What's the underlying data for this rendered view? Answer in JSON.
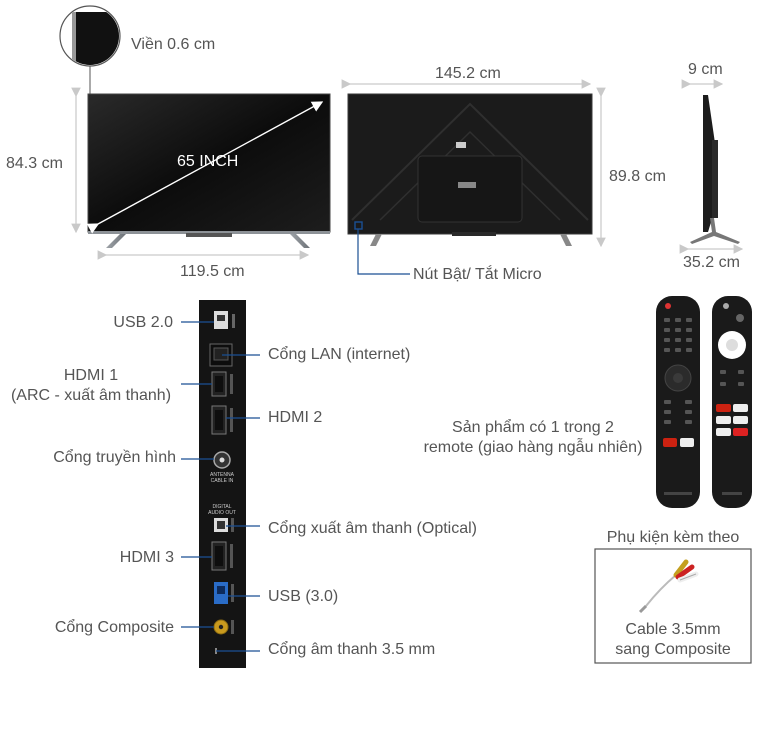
{
  "labels": {
    "bezel": "Viền 0.6 cm",
    "screen_size": "65 INCH",
    "front_height": "84.3 cm",
    "front_width": "119.5 cm",
    "back_width": "145.2 cm",
    "back_height": "89.8 cm",
    "side_depth": "9 cm",
    "stand_depth": "35.2 cm",
    "mic_button": "Nút Bật/ Tắt Micro"
  },
  "ports_left": {
    "usb2": "USB 2.0",
    "hdmi1_line1": "HDMI 1",
    "hdmi1_line2": "(ARC - xuất âm thanh)",
    "antenna": "Cổng truyền hình",
    "hdmi3": "HDMI 3",
    "composite": "Cổng Composite"
  },
  "ports_right": {
    "lan": "Cổng LAN (internet)",
    "hdmi2": "HDMI 2",
    "optical": "Cổng xuất âm thanh (Optical)",
    "usb3": "USB (3.0)",
    "audio35": "Cổng âm thanh 3.5 mm"
  },
  "panel_print": {
    "antenna_line1": "ANTENNA",
    "antenna_line2": "CABLE IN",
    "digital_line1": "DIGITAL",
    "digital_line2": "AUDIO OUT"
  },
  "remote": {
    "note_line1": "Sản phẩm có 1 trong 2",
    "note_line2": "remote (giao hàng ngẫu nhiên)"
  },
  "accessory": {
    "title": "Phụ kiện kèm theo",
    "line1": "Cable 3.5mm",
    "line2": "sang Composite"
  },
  "colors": {
    "line": "#1a4f93",
    "dimension": "#bbbbbb",
    "screen": "#111111",
    "panel": "#141414"
  }
}
